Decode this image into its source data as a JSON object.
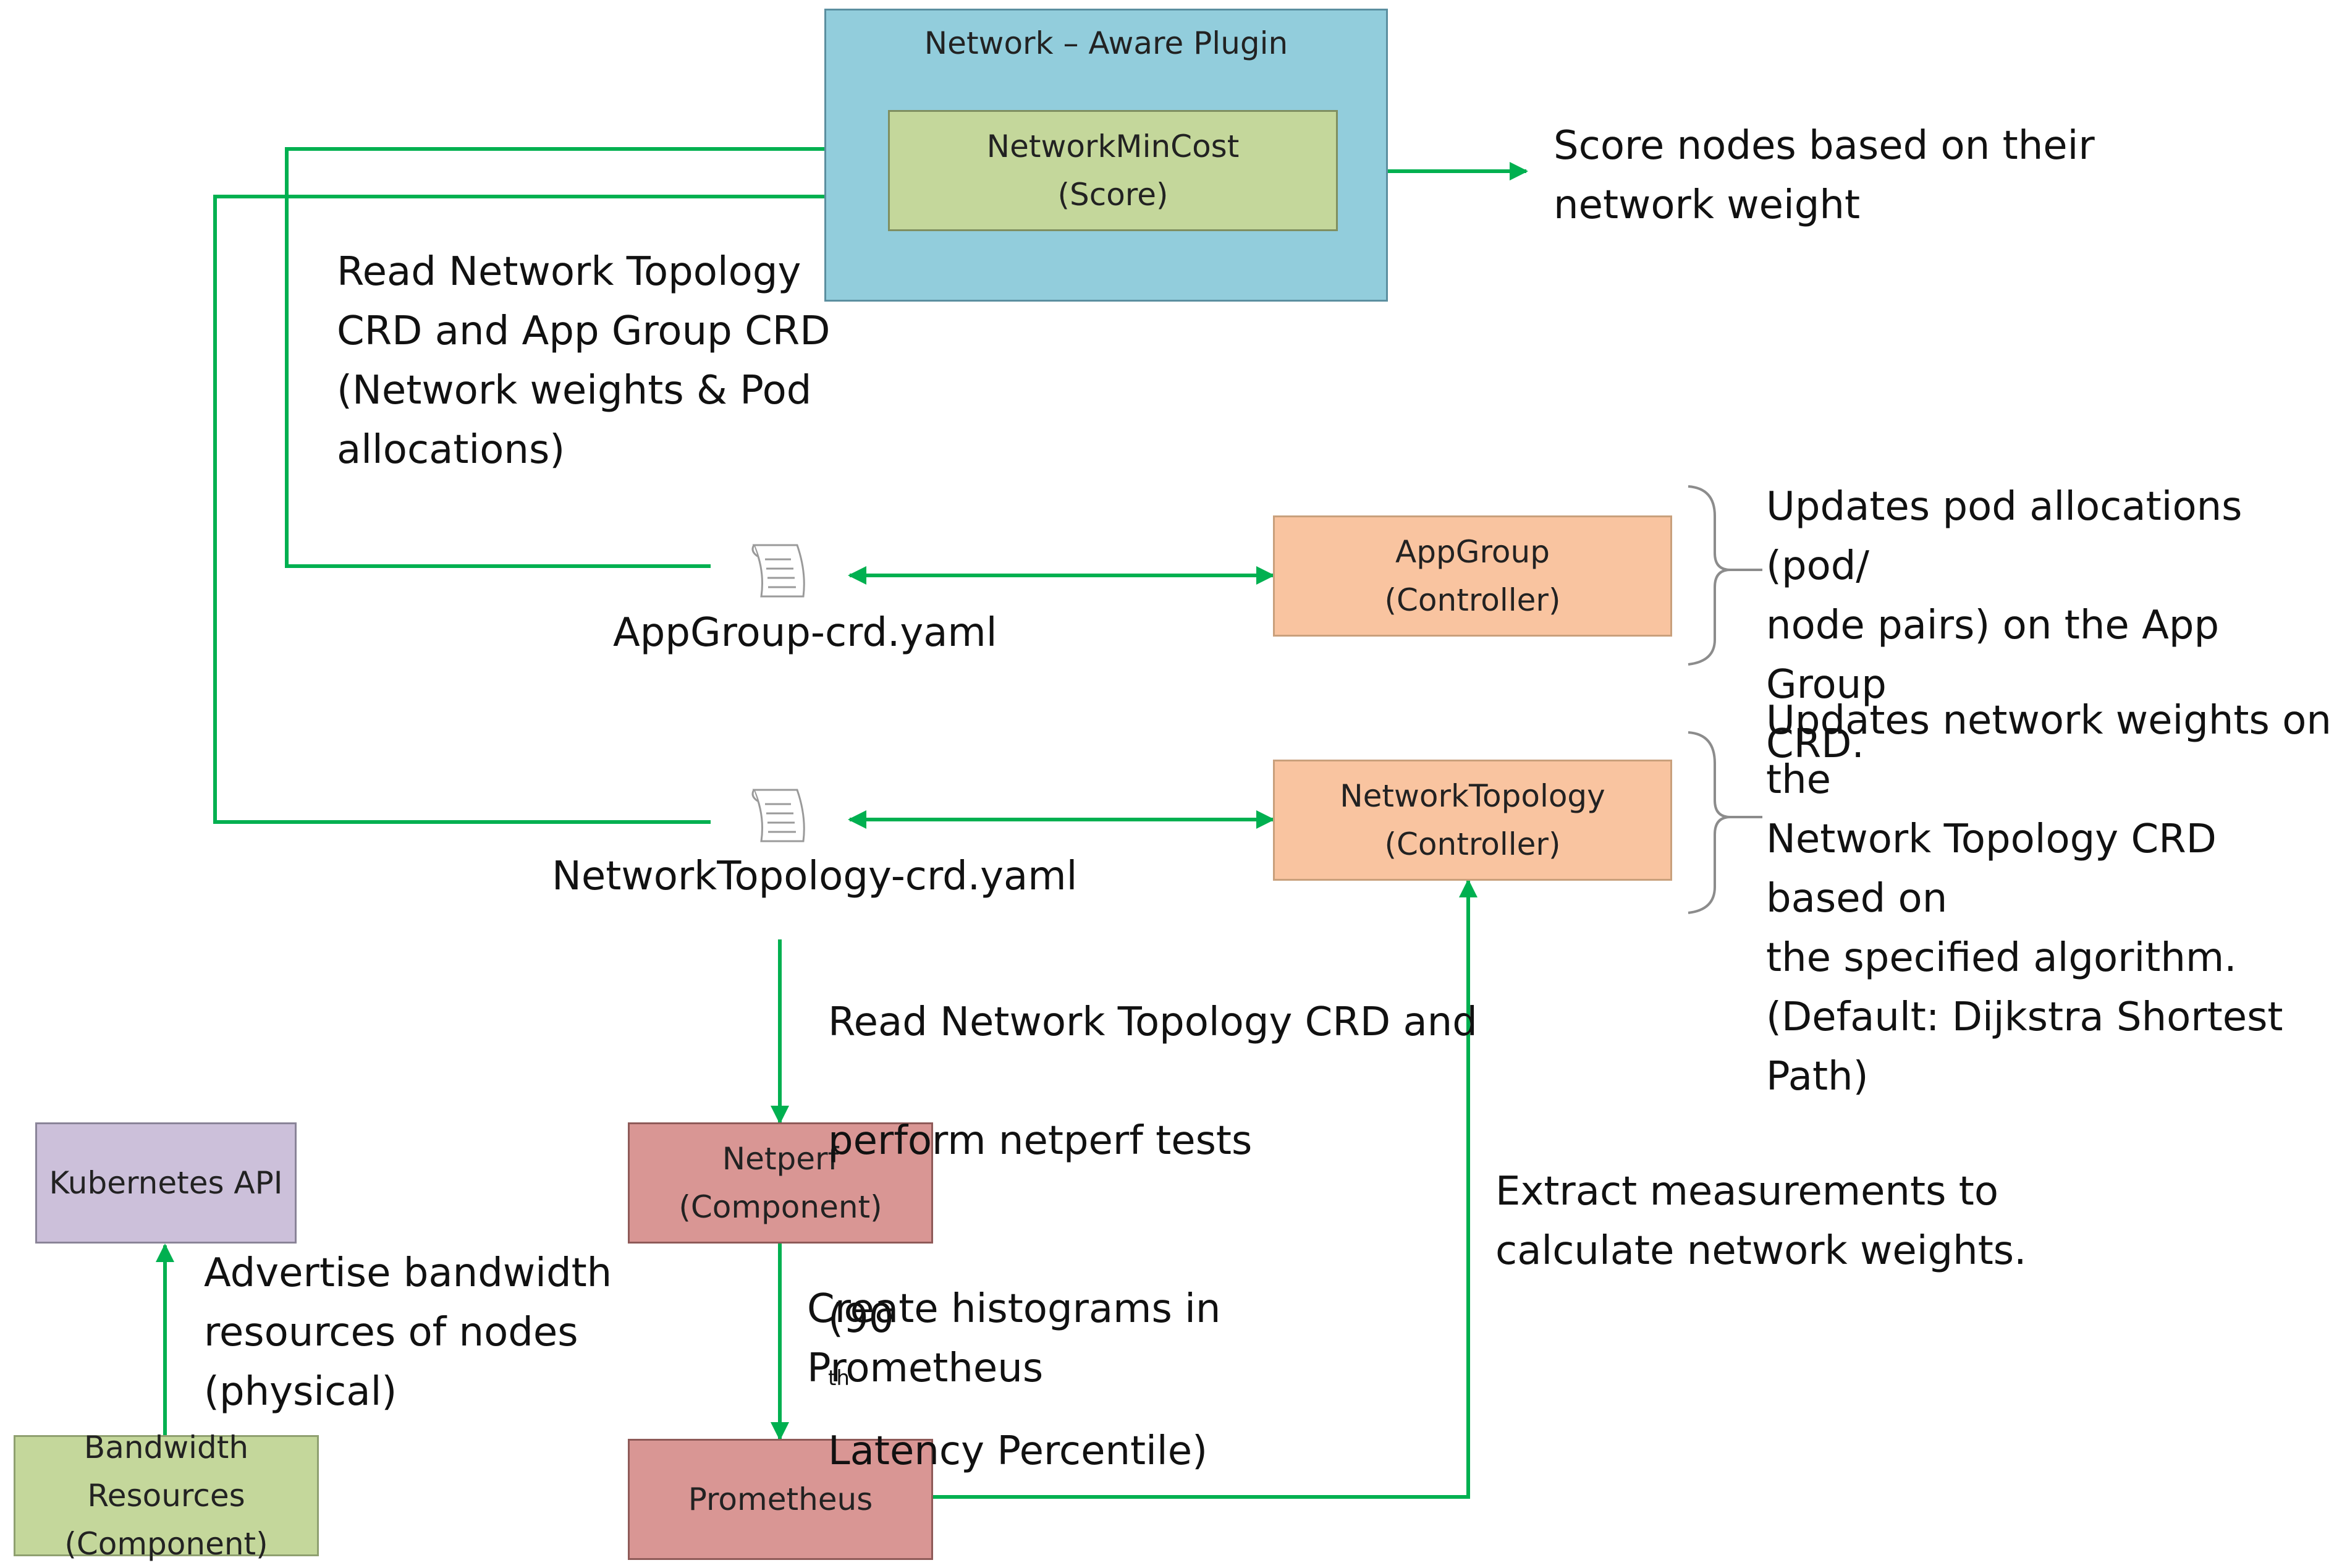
{
  "colors": {
    "plugin": "#92cddc",
    "score_box": "#c4d79b",
    "controller": "#f9c4a0",
    "component": "#d99694",
    "kubernetes": "#ccc0da",
    "bandwidth": "#c4d79b",
    "arrow": "#00b050",
    "brace": "#8c8c8c"
  },
  "boxes": {
    "plugin": {
      "title": "Network – Aware Plugin"
    },
    "network_min_cost": {
      "line1": "NetworkMinCost",
      "line2": "(Score)"
    },
    "appgroup_controller": {
      "line1": "AppGroup",
      "line2": "(Controller)"
    },
    "networktopology_controller": {
      "line1": "NetworkTopology",
      "line2": "(Controller)"
    },
    "netperf": {
      "line1": "Netperf",
      "line2": "(Component)"
    },
    "prometheus": {
      "line1": "Prometheus"
    },
    "kubernetes_api": {
      "line1": "Kubernetes API"
    },
    "bandwidth_resources": {
      "line1": "Bandwidth Resources",
      "line2": "(Component)"
    }
  },
  "files": {
    "appgroup": {
      "icon": "document-scroll-icon",
      "name": "AppGroup-crd.yaml"
    },
    "networktopology": {
      "icon": "document-scroll-icon",
      "name": "NetworkTopology-crd.yaml"
    }
  },
  "annotations": {
    "score_nodes": "Score nodes based on their\nnetwork weight",
    "read_crds": "Read Network Topology\nCRD and App Group CRD\n(Network weights & Pod\nallocations)",
    "updates_pod": "Updates pod allocations (pod/\nnode pairs) on the App Group\nCRD.",
    "updates_network": "Updates network weights on the\nNetwork Topology CRD based on\nthe specified algorithm.\n(Default: Dijkstra Shortest Path)",
    "read_perform_1": "Read Network Topology CRD and",
    "read_perform_2": "perform netperf tests",
    "read_perform_3a": "(90",
    "read_perform_3sup": "th",
    "read_perform_3b": "Latency Percentile)",
    "extract": "Extract measurements to\ncalculate network weights.",
    "histograms": "Create histograms in\nPrometheus",
    "advertise": "Advertise bandwidth\nresources of nodes\n(physical)"
  }
}
